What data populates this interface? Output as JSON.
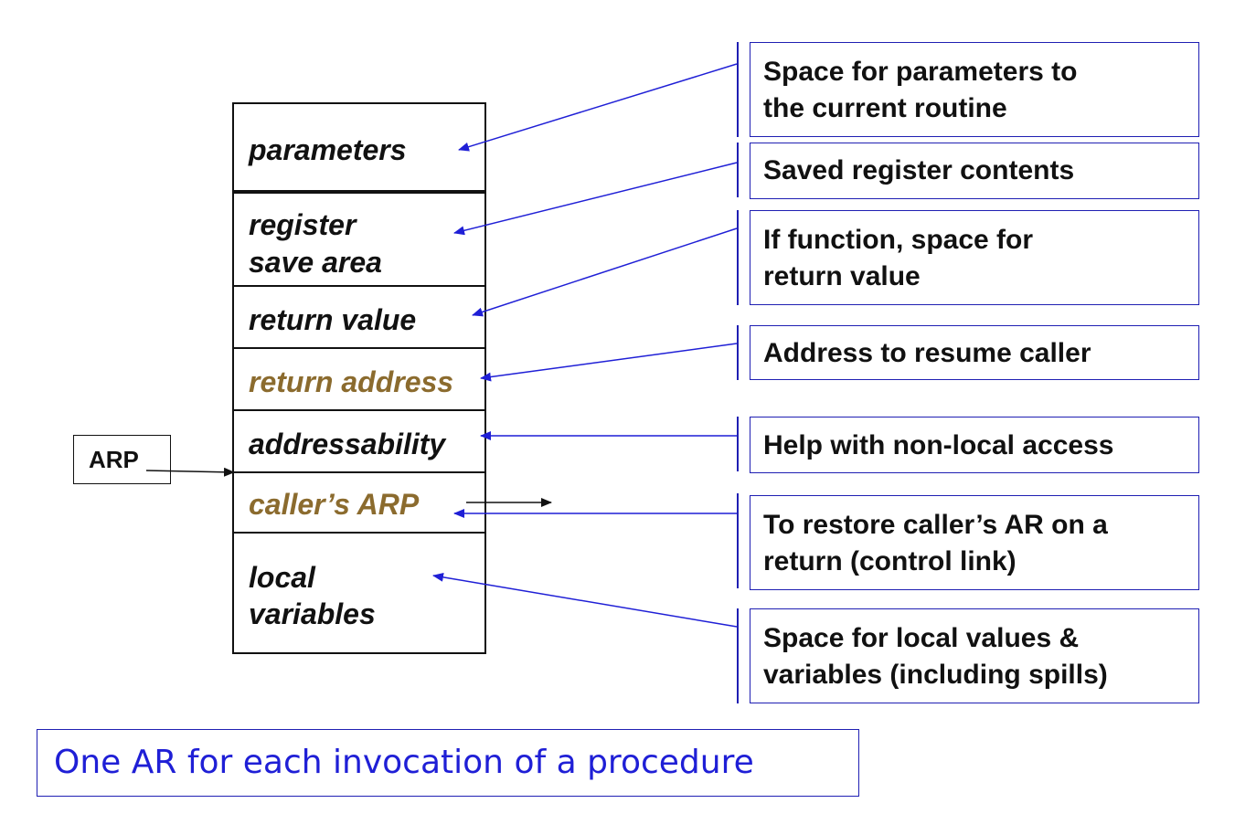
{
  "activation_record": {
    "fields": [
      {
        "id": "parameters",
        "label": "parameters",
        "emphasis": false
      },
      {
        "id": "register-save-area",
        "label_line1": "register",
        "label_line2": "save area",
        "emphasis": false
      },
      {
        "id": "return-value",
        "label": "return value",
        "emphasis": false
      },
      {
        "id": "return-address",
        "label": "return address",
        "emphasis": true
      },
      {
        "id": "addressability",
        "label": "addressability",
        "emphasis": false
      },
      {
        "id": "callers-arp",
        "label": "caller’s ARP",
        "emphasis": true
      },
      {
        "id": "local-variables",
        "label_line1": "local",
        "label_line2": "variables",
        "emphasis": false
      }
    ]
  },
  "arp_label": "ARP",
  "annotations": [
    {
      "line1": "Space for parameters to",
      "line2": "the current routine"
    },
    {
      "line1": "Saved register contents"
    },
    {
      "line1": "If function, space for",
      "line2": "return value"
    },
    {
      "line1": "Address to resume caller"
    },
    {
      "line1": "Help with non-local access"
    },
    {
      "line1": "To restore caller’s AR on a",
      "line2": "return (control link)"
    },
    {
      "line1": "Space for local values &",
      "line2": "variables (including spills)"
    }
  ],
  "footer_text": "One AR for each invocation of a procedure",
  "colors": {
    "emphasis_text": "#8b6b2e",
    "annotation_border": "#1f1fb3",
    "arrow": "#1f1fd6",
    "footer_text": "#1f1fd6"
  }
}
